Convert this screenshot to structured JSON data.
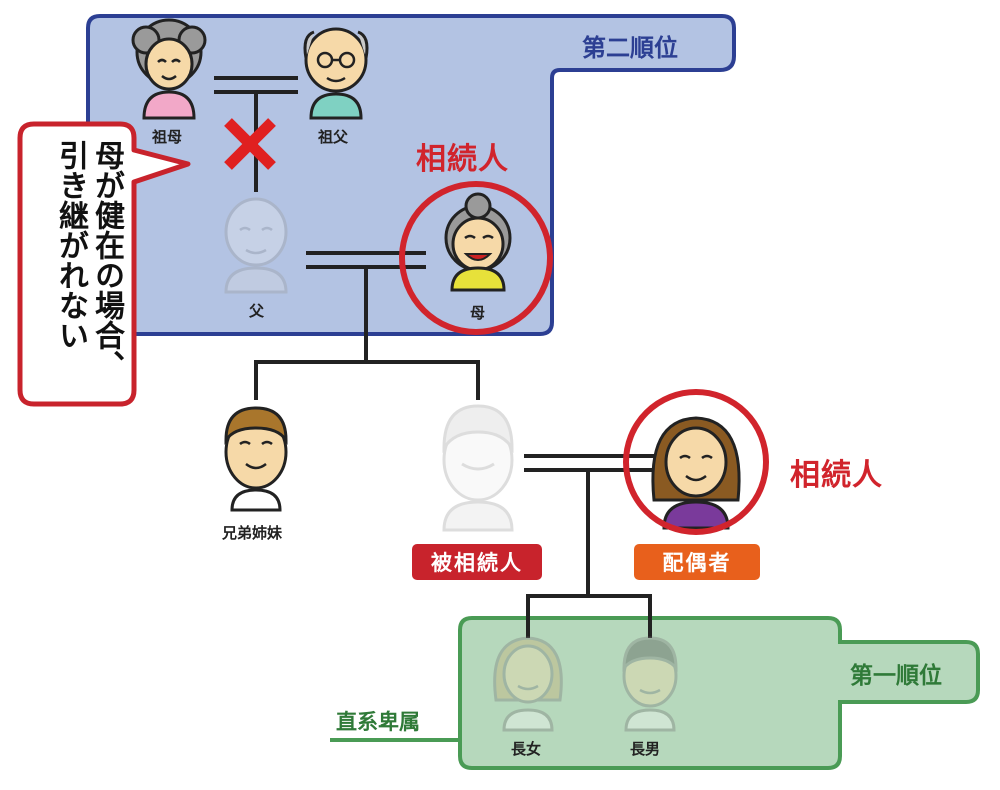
{
  "second_rank": {
    "label": "第二順位",
    "color": "#b3c3e3",
    "border": "#2c3f93"
  },
  "first_rank": {
    "label": "第一順位",
    "color": "#b6d8bc",
    "border": "#4a9b55"
  },
  "lineal_descendants": "直系卑属",
  "heir_label": "相続人",
  "bubble": {
    "line1": "母が健在の場合、",
    "line2": "引き継がれない"
  },
  "people": {
    "grandmother": "祖母",
    "grandfather": "祖父",
    "father": "父",
    "mother": "母",
    "siblings": "兄弟姉妹",
    "decedent": "被相続人",
    "spouse": "配偶者",
    "eldest_daughter": "長女",
    "eldest_son": "長男"
  },
  "colors": {
    "heir_red": "#d1242c",
    "decedent_tag": "#c8232c",
    "spouse_tag": "#e8601c",
    "line": "#222222",
    "cross": "#e02020"
  }
}
